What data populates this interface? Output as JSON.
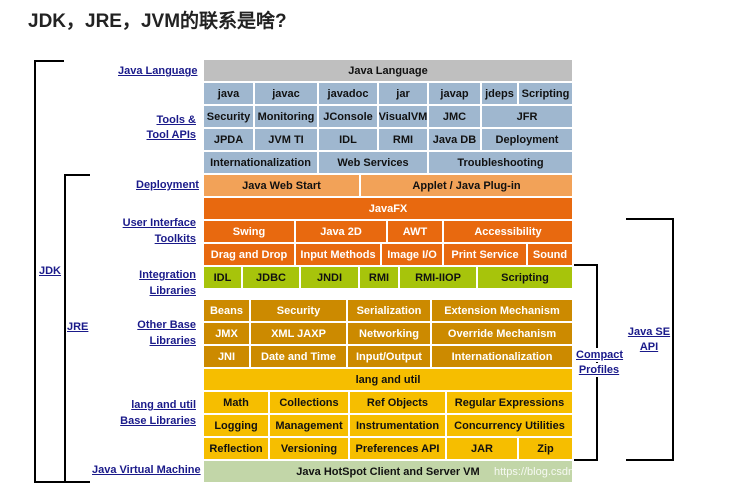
{
  "title": "JDK，JRE，JVM的联系是啥?",
  "left_labels": {
    "java_language": "Java Language",
    "tools_1": "Tools &",
    "tools_2": "Tool APIs",
    "deployment": "Deployment",
    "ui_1": "User Interface",
    "ui_2": "Toolkits",
    "integration_1": "Integration",
    "integration_2": "Libraries",
    "other_1": "Other Base",
    "other_2": "Libraries",
    "lang_1": "lang and util",
    "lang_2": "Base Libraries",
    "jvm": "Java Virtual Machine"
  },
  "brackets": {
    "jdk": "JDK",
    "jre": "JRE",
    "compact_1": "Compact",
    "compact_2": "Profiles",
    "javase_1": "Java SE",
    "javase_2": "API"
  },
  "rows": {
    "java_language": "Java Language",
    "tools_row1": [
      "java",
      "javac",
      "javadoc",
      "jar",
      "javap",
      "jdeps",
      "Scripting"
    ],
    "tools_row2": [
      "Security",
      "Monitoring",
      "JConsole",
      "VisualVM",
      "JMC",
      "JFR"
    ],
    "tools_row3": [
      "JPDA",
      "JVM TI",
      "IDL",
      "RMI",
      "Java DB",
      "Deployment"
    ],
    "tools_row4": [
      "Internationalization",
      "Web Services",
      "Troubleshooting"
    ],
    "deployment": [
      "Java Web Start",
      "Applet / Java Plug-in"
    ],
    "javafx": "JavaFX",
    "ui_row1": [
      "Swing",
      "Java 2D",
      "AWT",
      "Accessibility"
    ],
    "ui_row2": [
      "Drag and Drop",
      "Input Methods",
      "Image I/O",
      "Print Service",
      "Sound"
    ],
    "integration": [
      "IDL",
      "JDBC",
      "JNDI",
      "RMI",
      "RMI-IIOP",
      "Scripting"
    ],
    "other_row1": [
      "Beans",
      "Security",
      "Serialization",
      "Extension Mechanism"
    ],
    "other_row2": [
      "JMX",
      "XML JAXP",
      "Networking",
      "Override Mechanism"
    ],
    "other_row3": [
      "JNI",
      "Date and Time",
      "Input/Output",
      "Internationalization"
    ],
    "lang_header": "lang and util",
    "lang_row1": [
      "Math",
      "Collections",
      "Ref Objects",
      "Regular Expressions"
    ],
    "lang_row2": [
      "Logging",
      "Management",
      "Instrumentation",
      "Concurrency Utilities"
    ],
    "lang_row3": [
      "Reflection",
      "Versioning",
      "Preferences API",
      "JAR",
      "Zip"
    ],
    "jvm": "Java HotSpot Client and Server VM"
  },
  "colors": {
    "language": "#bfbfbf",
    "tools": "#9fb7cf",
    "deployment": "#f2a258",
    "ui": "#e8690f",
    "integration": "#a7c40b",
    "other_base": "#cc8a00",
    "lang_util": "#f6be00",
    "jvm": "#c2d6a8"
  },
  "watermark": "https://blog.csdn.net/zzti_erlie"
}
